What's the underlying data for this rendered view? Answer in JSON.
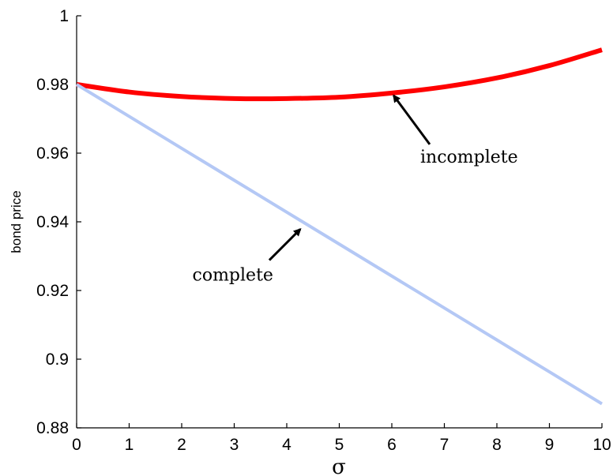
{
  "chart_data": {
    "type": "line",
    "title": "",
    "xlabel": "σ",
    "ylabel": "bond price",
    "xlim": [
      0,
      10
    ],
    "ylim": [
      0.88,
      1
    ],
    "grid": false,
    "legend": "none",
    "x_ticks": [
      0,
      1,
      2,
      3,
      4,
      5,
      6,
      7,
      8,
      9,
      10
    ],
    "x_tick_labels": [
      "0",
      "1",
      "2",
      "3",
      "4",
      "5",
      "6",
      "7",
      "8",
      "9",
      "10"
    ],
    "y_ticks": [
      0.88,
      0.9,
      0.92,
      0.94,
      0.96,
      0.98,
      1
    ],
    "y_tick_labels": [
      "0.88",
      "0.9",
      "0.92",
      "0.94",
      "0.96",
      "0.98",
      "1"
    ],
    "x": [
      0,
      1,
      2,
      3,
      4,
      5,
      6,
      7,
      8,
      9,
      10
    ],
    "series": [
      {
        "color": "#ff0000",
        "values": [
          0.98,
          0.9778,
          0.9765,
          0.9759,
          0.9759,
          0.9763,
          0.9775,
          0.9793,
          0.9819,
          0.9855,
          0.9901
        ]
      },
      {
        "color": "#b4c8f5",
        "values": [
          0.98,
          0.9707,
          0.9614,
          0.9521,
          0.9428,
          0.9335,
          0.9242,
          0.9149,
          0.9056,
          0.8963,
          0.887
        ]
      }
    ],
    "annotations": [
      {
        "text": "incomplete",
        "x": 6.0,
        "y": 0.9775
      },
      {
        "text": "complete",
        "x": 4.3,
        "y": 0.9385
      }
    ]
  }
}
